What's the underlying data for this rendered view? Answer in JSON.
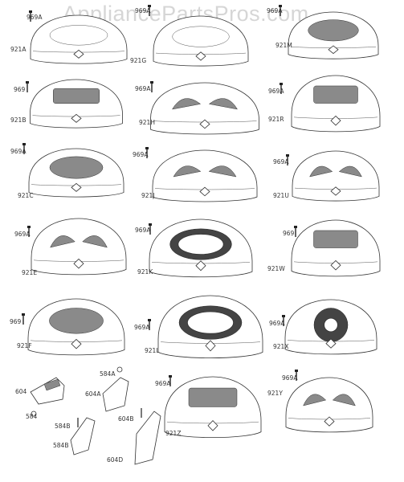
{
  "watermark": "AppliancePartsPros.com",
  "parts": [
    {
      "id": "921A",
      "screw": "969A"
    },
    {
      "id": "921G",
      "screw": "969A"
    },
    {
      "id": "921M",
      "screw": "969A"
    },
    {
      "id": "921B",
      "screw": "969"
    },
    {
      "id": "921H",
      "screw": "969A"
    },
    {
      "id": "921R",
      "screw": "969A"
    },
    {
      "id": "921C",
      "screw": "969A"
    },
    {
      "id": "921J",
      "screw": "969A"
    },
    {
      "id": "921U",
      "screw": "969A"
    },
    {
      "id": "921E",
      "screw": "969A"
    },
    {
      "id": "921K",
      "screw": "969A"
    },
    {
      "id": "921W",
      "screw": "969"
    },
    {
      "id": "921F",
      "screw": "969"
    },
    {
      "id": "921L",
      "screw": "969A"
    },
    {
      "id": "921X",
      "screw": "969A"
    },
    {
      "id": "921Z",
      "screw": "969A"
    },
    {
      "id": "921Y",
      "screw": "969A"
    }
  ],
  "small_parts": [
    "604",
    "584",
    "584A",
    "604A",
    "584B",
    "604B",
    "584B",
    "604D"
  ]
}
